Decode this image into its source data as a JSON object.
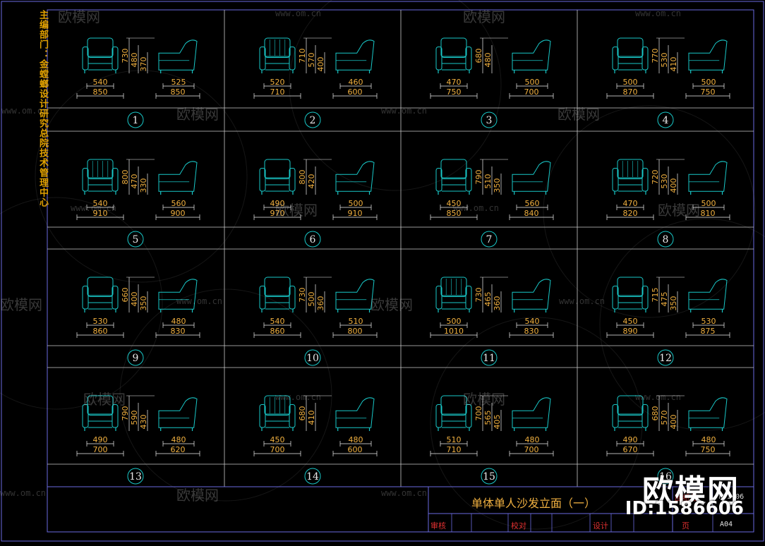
{
  "sheet": {
    "side_title": "主编部门：金螳螂设计研究总院技术管理中心",
    "title": "单体单人沙发立面（一）",
    "drawing_no_label": "图纸号",
    "drawing_no": "FTI-06",
    "page_label": "页",
    "page_no": "A04",
    "approve_label": "审核",
    "check_label": "校对",
    "design_label": "设计"
  },
  "watermark": {
    "logo": "欧模网",
    "url": "www.om.cn"
  },
  "brand": {
    "logo": "欧模网",
    "id": "ID:1586606"
  },
  "sofas": [
    {
      "num": "1",
      "front_w": [
        "540",
        "850"
      ],
      "side_w": [
        "525",
        "850"
      ],
      "heights": [
        "730",
        "480",
        "370"
      ]
    },
    {
      "num": "2",
      "front_w": [
        "520",
        "710"
      ],
      "side_w": [
        "460",
        "600"
      ],
      "heights": [
        "710",
        "570",
        "400"
      ]
    },
    {
      "num": "3",
      "front_w": [
        "470",
        "750"
      ],
      "side_w": [
        "500",
        "700"
      ],
      "heights": [
        "680",
        "480"
      ]
    },
    {
      "num": "4",
      "front_w": [
        "500",
        "870"
      ],
      "side_w": [
        "500",
        "750"
      ],
      "heights": [
        "770",
        "530",
        "410"
      ]
    },
    {
      "num": "5",
      "front_w": [
        "540",
        "910"
      ],
      "side_w": [
        "560",
        "900"
      ],
      "heights": [
        "800",
        "470",
        "330"
      ]
    },
    {
      "num": "6",
      "front_w": [
        "490",
        "970"
      ],
      "side_w": [
        "500",
        "910"
      ],
      "heights": [
        "800",
        "420"
      ]
    },
    {
      "num": "7",
      "front_w": [
        "450",
        "850"
      ],
      "side_w": [
        "560",
        "840"
      ],
      "heights": [
        "790",
        "510",
        "350"
      ]
    },
    {
      "num": "8",
      "front_w": [
        "470",
        "820"
      ],
      "side_w": [
        "500",
        "810"
      ],
      "heights": [
        "720",
        "530",
        "400"
      ]
    },
    {
      "num": "9",
      "front_w": [
        "530",
        "860"
      ],
      "side_w": [
        "480",
        "830"
      ],
      "heights": [
        "660",
        "400",
        "350"
      ]
    },
    {
      "num": "10",
      "front_w": [
        "540",
        "860"
      ],
      "side_w": [
        "510",
        "800"
      ],
      "heights": [
        "730",
        "500",
        "360"
      ]
    },
    {
      "num": "11",
      "front_w": [
        "500",
        "1010"
      ],
      "side_w": [
        "540",
        "830"
      ],
      "heights": [
        "730",
        "465",
        "360"
      ]
    },
    {
      "num": "12",
      "front_w": [
        "450",
        "890"
      ],
      "side_w": [
        "530",
        "875"
      ],
      "heights": [
        "715",
        "475",
        "350"
      ]
    },
    {
      "num": "13",
      "front_w": [
        "490",
        "700"
      ],
      "side_w": [
        "480",
        "620"
      ],
      "heights": [
        "790",
        "590",
        "430"
      ]
    },
    {
      "num": "14",
      "front_w": [
        "450",
        "700"
      ],
      "side_w": [
        "480",
        "600"
      ],
      "heights": [
        "680",
        "410"
      ]
    },
    {
      "num": "15",
      "front_w": [
        "510",
        "710"
      ],
      "side_w": [
        "480",
        "700"
      ],
      "heights": [
        "700",
        "565",
        "405"
      ]
    },
    {
      "num": "16",
      "front_w": [
        "490",
        "670"
      ],
      "side_w": [
        "480",
        "750"
      ],
      "heights": [
        "680",
        "570",
        "400"
      ]
    }
  ],
  "colors": {
    "frame": "#6a6adf",
    "grid": "#c8c8c8",
    "sofa": "#19c8c8",
    "dim": "#f0f0f0",
    "dimtext": "#f0b040",
    "num": "#19c8c8",
    "accent": "#e03030"
  }
}
